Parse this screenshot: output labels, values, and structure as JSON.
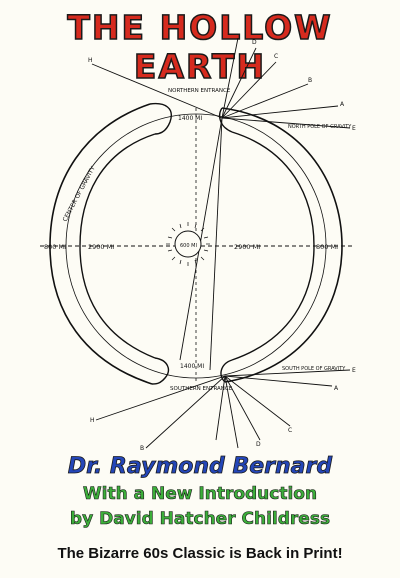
{
  "book": {
    "title": "THE HOLLOW EARTH",
    "author": "Dr. Raymond Bernard",
    "intro_line1": "With a New Introduction",
    "intro_line2": "by David Hatcher Childress",
    "tagline": "The Bizarre 60s Classic is Back in Print!"
  },
  "diagram": {
    "northern_entrance": "NORTHERN ENTRANCE",
    "southern_entrance": "SOUTHERN ENTRANCE",
    "north_pole_gravity": "NORTH POLE OF GRAVITY",
    "south_pole_gravity": "SOUTH POLE OF GRAVITY",
    "center_of_gravity": "CENTER OF GRAVITY",
    "top_distance": "1400 MI",
    "bottom_distance": "1400 MI",
    "left_shell": "800 MI",
    "right_shell": "800 MI",
    "left_inner": "2900 MI",
    "right_inner": "2900 MI",
    "sun_label": "600 MI",
    "ray_labels": [
      "A",
      "B",
      "C",
      "D",
      "E",
      "H"
    ]
  },
  "colors": {
    "title": "#d62a1e",
    "author": "#2446b8",
    "intro": "#3cae3a"
  }
}
